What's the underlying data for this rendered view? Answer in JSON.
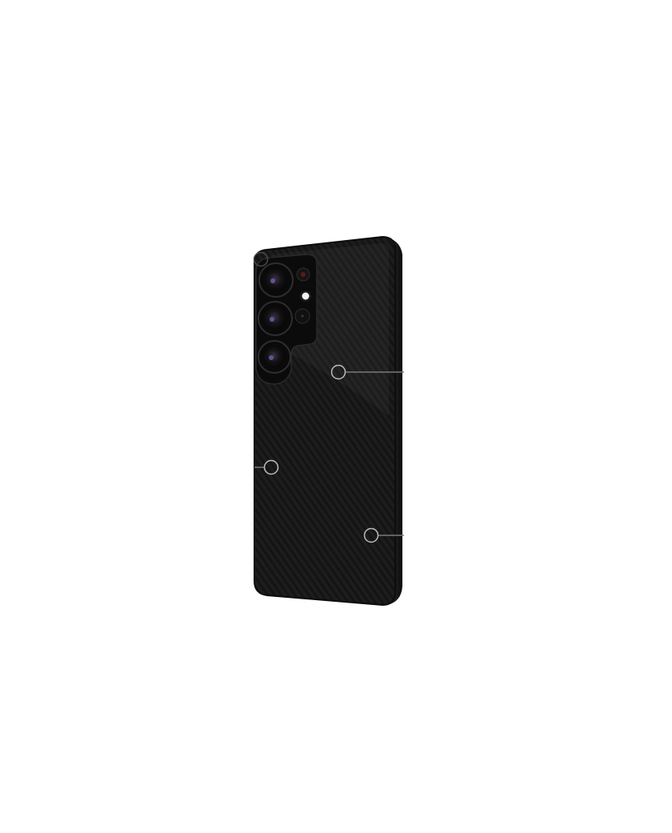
{
  "image": {
    "subject": "phone-case",
    "background_color": "#ffffff",
    "case_color": "#1c1c1c",
    "rim_color": "#0e0e0e",
    "texture": "diagonal-twill",
    "lens_accent_color": "#6a5a9e",
    "callout_color": "#4a4a4a"
  },
  "callouts": [
    {
      "id": "callout-camera-corner"
    },
    {
      "id": "callout-back-upper-right"
    },
    {
      "id": "callout-back-left"
    },
    {
      "id": "callout-back-lower-right"
    }
  ]
}
